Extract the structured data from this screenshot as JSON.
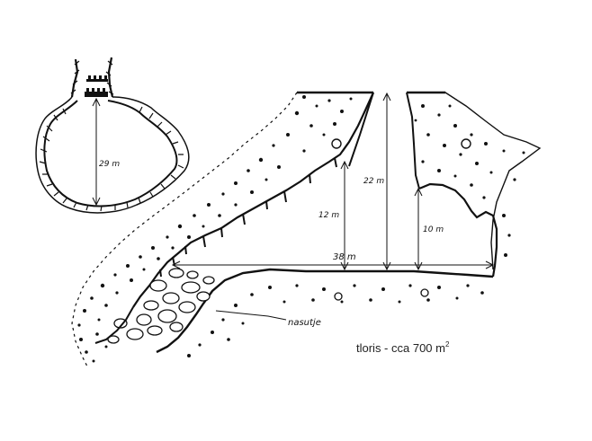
{
  "plan_view": {
    "depth_label": "29 m"
  },
  "section_view": {
    "labels": {
      "shaft_depth": "22 m",
      "slope_height": "12 m",
      "right_height": "10 m",
      "length": "38 m",
      "debris": "nasutje"
    }
  },
  "caption": {
    "text": "tloris - cca 700 m",
    "superscript": "2"
  }
}
